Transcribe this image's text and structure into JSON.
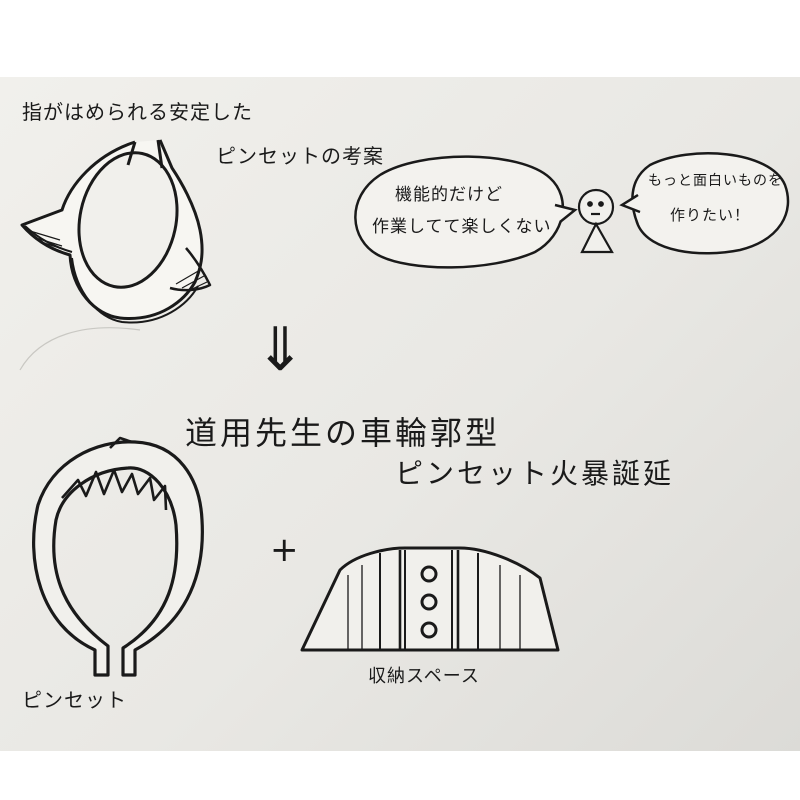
{
  "sketch": {
    "note_line1": "指がはめられる安定した",
    "note_line2": "ピンセットの考案",
    "speech_left_line1": "機能的だけど",
    "speech_left_line2": "作業してて楽しくない",
    "speech_right_line1": "もっと面白いものを",
    "speech_right_line2": "作りたい！",
    "arrow_symbol": "⇓",
    "title_line1": "道用先生の車輪郭型",
    "title_line2": "ピンセット火暴誕延",
    "plus_symbol": "+",
    "tweezers_label": "ピンセット",
    "storage_label": "収納スペース"
  }
}
